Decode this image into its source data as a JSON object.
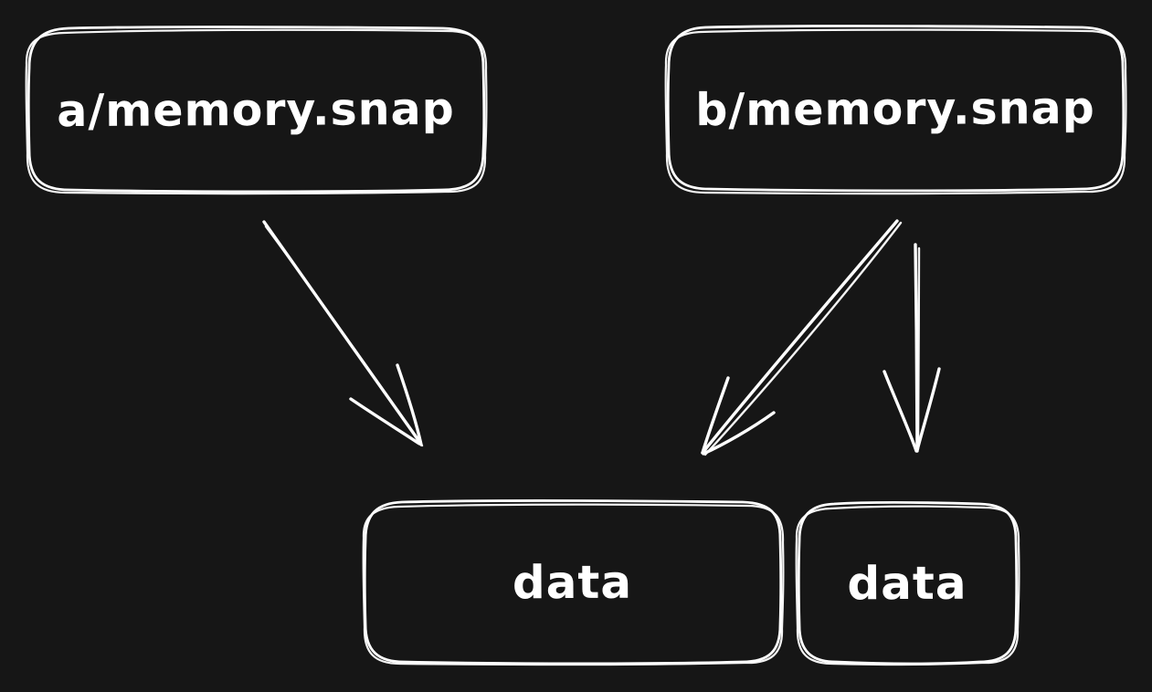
{
  "canvas": {
    "background_color": "#161616",
    "stroke_color": "#ffffff",
    "style": "hand-drawn sketch (excalidraw-like), dark theme"
  },
  "nodes": [
    {
      "id": "a-memory-snap",
      "label": "a/memory.snap",
      "shape": "rounded-rectangle"
    },
    {
      "id": "b-memory-snap",
      "label": "b/memory.snap",
      "shape": "rounded-rectangle"
    },
    {
      "id": "data-large",
      "label": "data",
      "shape": "rounded-rectangle"
    },
    {
      "id": "data-small",
      "label": "data",
      "shape": "rounded-rectangle"
    }
  ],
  "edges": [
    {
      "from": "a-memory-snap",
      "to": "data-large",
      "type": "arrow",
      "direction": "down-right"
    },
    {
      "from": "b-memory-snap",
      "to": "data-large",
      "type": "arrow",
      "direction": "down-left"
    },
    {
      "from": "b-memory-snap",
      "to": "data-small",
      "type": "arrow",
      "direction": "down"
    }
  ]
}
